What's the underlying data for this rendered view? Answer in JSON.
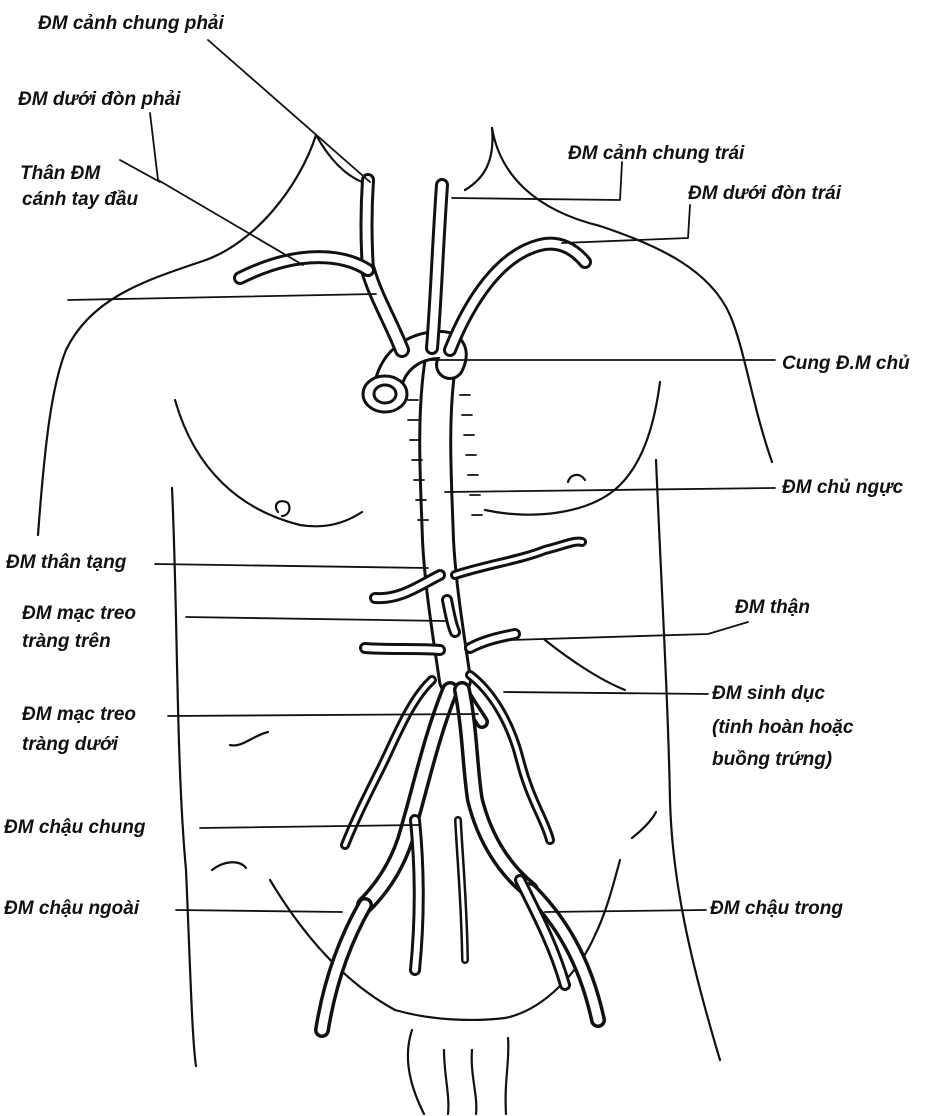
{
  "labels": {
    "dm_canh_chung_phai": "ĐM cảnh chung phải",
    "dm_duoi_don_phai": "ĐM dưới đòn phải",
    "than_dm_canh_tay_dau_1": "Thân ĐM",
    "than_dm_canh_tay_dau_2": "cánh tay đầu",
    "dm_canh_chung_trai": "ĐM cảnh chung trái",
    "dm_duoi_don_trai": "ĐM dưới đòn trái",
    "cung_dm_chu": "Cung Đ.M chủ",
    "dm_chu_nguc": "ĐM chủ ngực",
    "dm_than_tang": "ĐM thân tạng",
    "dm_mac_treo_trang_tren_1": "ĐM mạc treo",
    "dm_mac_treo_trang_tren_2": "tràng trên",
    "dm_than": "ĐM thận",
    "dm_mac_treo_trang_duoi_1": "ĐM mạc treo",
    "dm_mac_treo_trang_duoi_2": "tràng dưới",
    "dm_sinh_duc_1": "ĐM sinh dục",
    "dm_sinh_duc_2": "(tinh hoàn hoặc",
    "dm_sinh_duc_3": "buồng trứng)",
    "dm_chau_chung": "ĐM chậu chung",
    "dm_chau_ngoai": "ĐM chậu ngoài",
    "dm_chau_trong": "ĐM chậu trong"
  },
  "colors": {
    "ink": "#111111",
    "paper": "#ffffff"
  }
}
